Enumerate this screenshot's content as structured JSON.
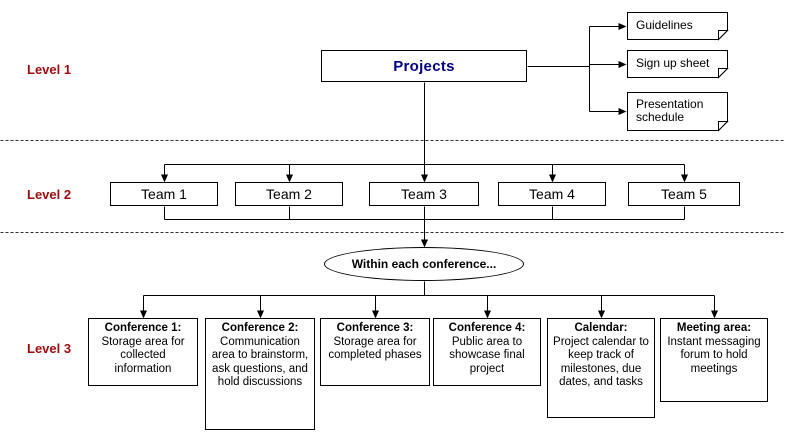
{
  "diagram": {
    "levels": [
      {
        "label": "Level 1"
      },
      {
        "label": "Level 2"
      },
      {
        "label": "Level 3"
      }
    ],
    "root": {
      "label": "Projects"
    },
    "documents": [
      {
        "label": "Guidelines"
      },
      {
        "label": "Sign up sheet"
      },
      {
        "label": "Presentation schedule"
      }
    ],
    "teams": [
      {
        "label": "Team 1"
      },
      {
        "label": "Team 2"
      },
      {
        "label": "Team 3"
      },
      {
        "label": "Team 4"
      },
      {
        "label": "Team 5"
      }
    ],
    "conference_note": {
      "label": "Within each conference..."
    },
    "conferences": [
      {
        "title": "Conference 1:",
        "description": "Storage area for collected information"
      },
      {
        "title": "Conference 2:",
        "description": "Communication area to brainstorm, ask questions, and hold discussions"
      },
      {
        "title": "Conference 3:",
        "description": "Storage area for completed phases"
      },
      {
        "title": "Conference 4:",
        "description": "Public area to showcase final project"
      },
      {
        "title": "Calendar:",
        "description": "Project calendar to keep track of milestones, due dates, and tasks"
      },
      {
        "title": "Meeting area:",
        "description": "Instant messaging forum to hold meetings"
      }
    ],
    "colors": {
      "level_label": "#9e0b0e",
      "root_label": "#000080",
      "line": "#000000",
      "box_border": "#000000",
      "box_fill": "#ffffff"
    }
  }
}
